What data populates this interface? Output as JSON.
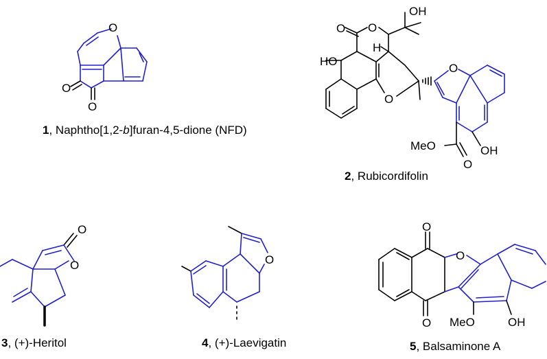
{
  "colors": {
    "scaffold": "#1f1fd0",
    "bonds": "#000000"
  },
  "compounds": [
    {
      "number": "1",
      "name_a": ", Naphtho[1,2-",
      "name_b": "b",
      "name_c": "]furan-4,5-dione (NFD)"
    },
    {
      "number": "2",
      "name": ", Rubicordifolin"
    },
    {
      "number": "3",
      "name": ", (+)-Heritol"
    },
    {
      "number": "4",
      "name": ", (+)-Laevigatin"
    },
    {
      "number": "5",
      "name": ", Balsaminone A"
    }
  ],
  "atoms": {
    "O": "O",
    "OH": "OH",
    "HO": "HO",
    "H": "H",
    "MeO": "MeO"
  }
}
